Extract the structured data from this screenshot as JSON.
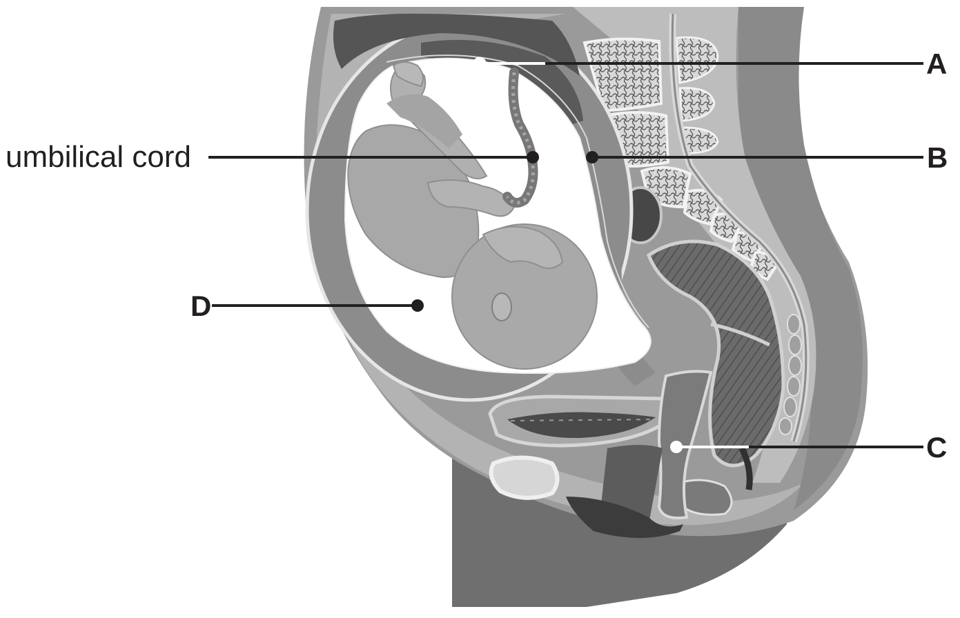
{
  "diagram": {
    "labels": {
      "umbilical_cord": "umbilical cord",
      "A": "A",
      "B": "B",
      "C": "C",
      "D": "D"
    },
    "colors": {
      "outer_body": "#9a9a9a",
      "uterus_wall": "#8c8c8c",
      "amniotic_fluid": "#ffffff",
      "fetus": "#a8a8a8",
      "leader_line": "#231f20",
      "text": "#231f20"
    }
  }
}
